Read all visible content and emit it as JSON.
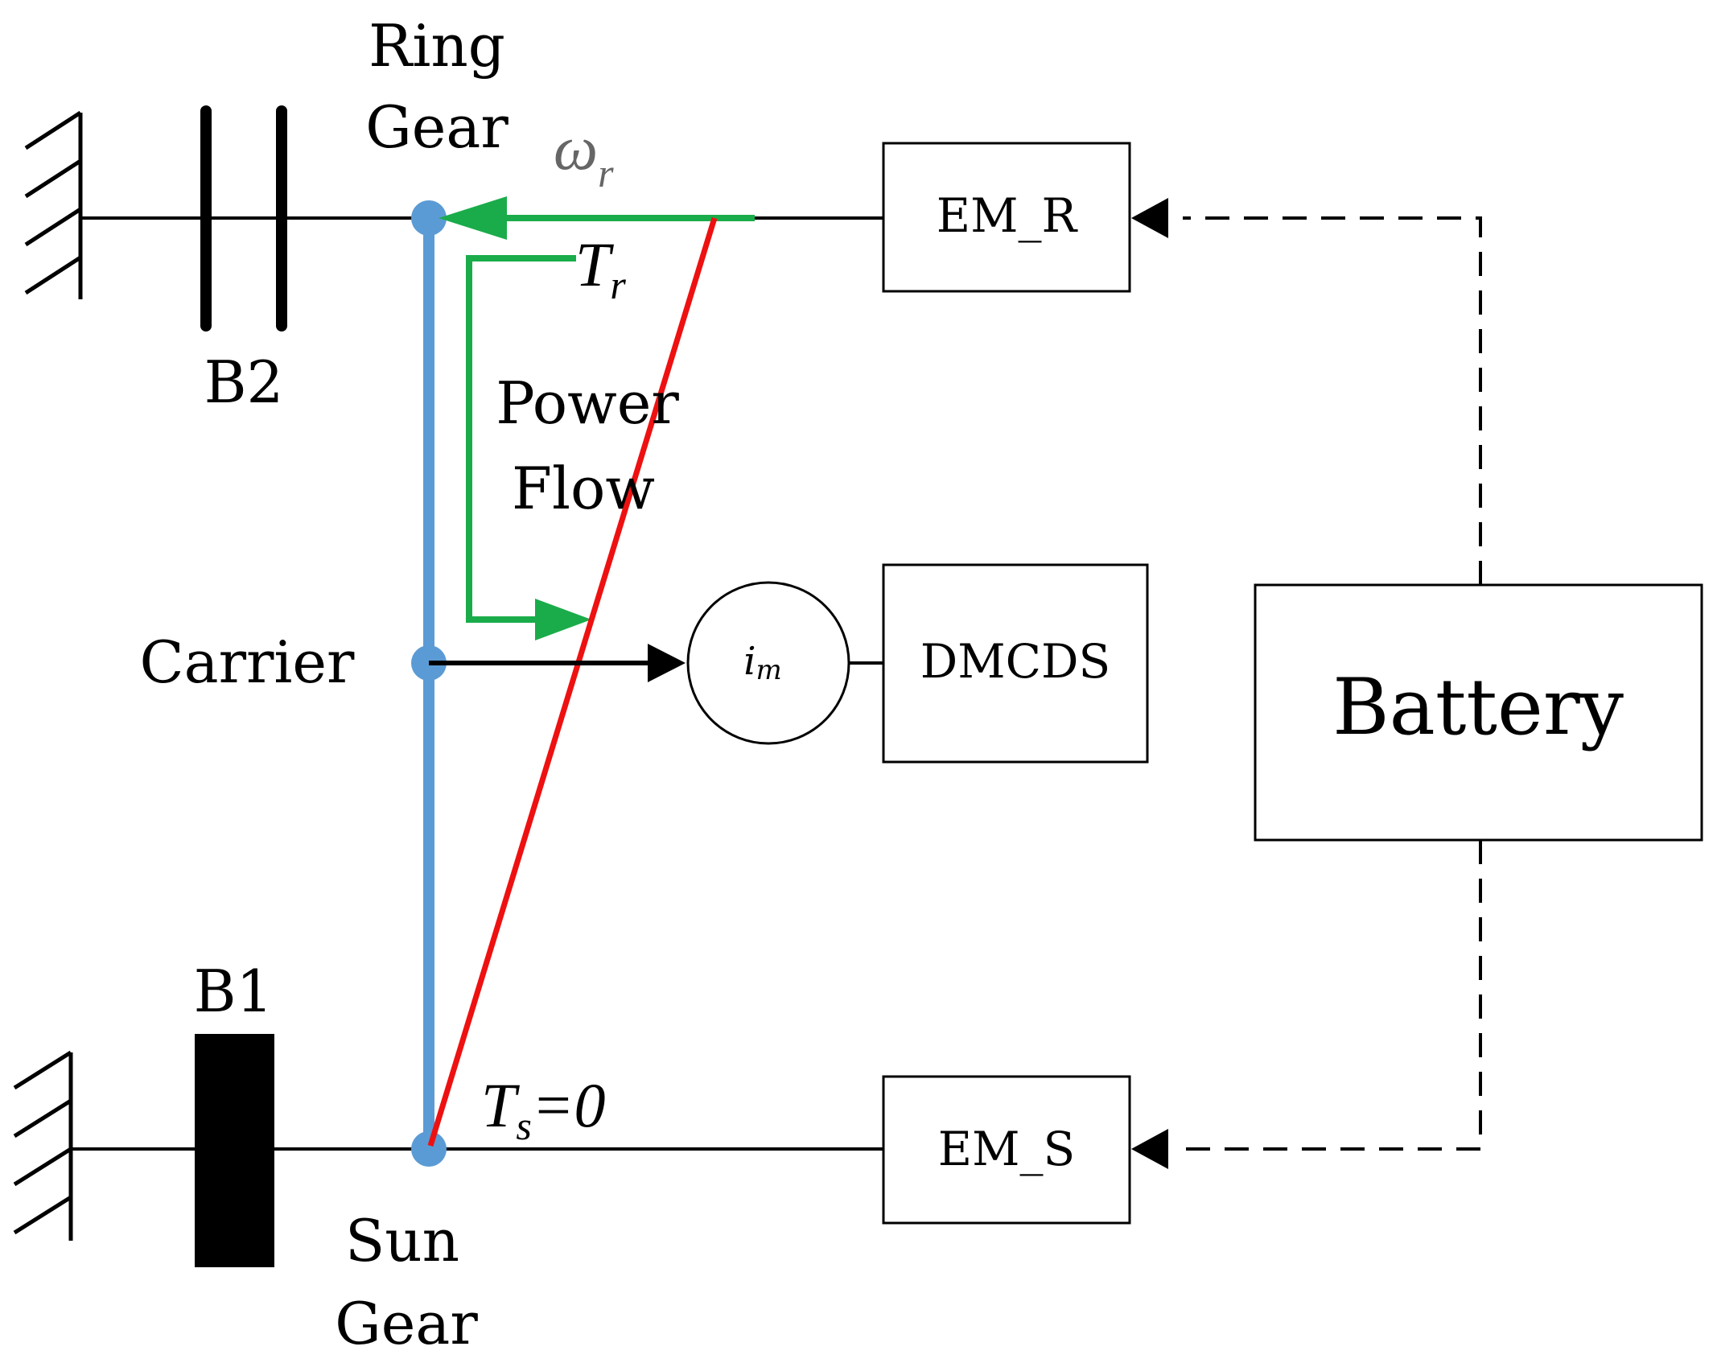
{
  "labels": {
    "ring_gear_line1": "Ring",
    "ring_gear_line2": "Gear",
    "carrier": "Carrier",
    "sun_gear_line1": "Sun",
    "sun_gear_line2": "Gear",
    "brake_b2": "B2",
    "brake_b1": "B1",
    "power_flow_line1": "Power",
    "power_flow_line2": "Flow",
    "omega_symbol": "ω",
    "omega_sub": "r",
    "tr_symbol": "T",
    "tr_sub": "r",
    "ts_symbol": "T",
    "ts_sub": "s",
    "ts_value": "=0",
    "im_symbol": "i",
    "im_sub": "m"
  },
  "blocks": {
    "em_r": "EM_R",
    "em_s": "EM_S",
    "dmcds": "DMCDS",
    "battery": "Battery"
  },
  "colors": {
    "lever": "#5b9bd5",
    "power_flow": "#1aac4a",
    "speed_line": "#ee1111",
    "line": "#000000"
  }
}
